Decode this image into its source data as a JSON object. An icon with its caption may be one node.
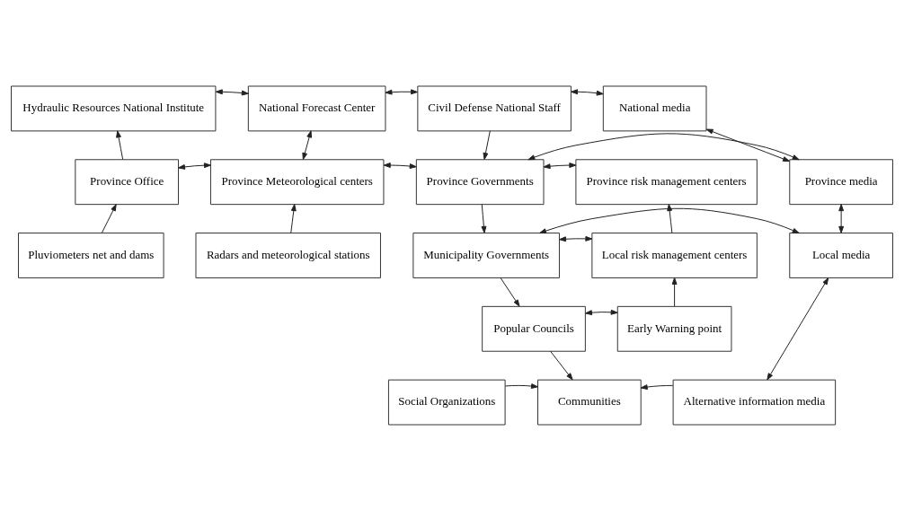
{
  "diagram": {
    "nodes": [
      {
        "text": [
          "Hydraulic Resources National Institute"
        ]
      },
      {
        "text": [
          "National Forecast Center"
        ]
      },
      {
        "text": [
          "Civil Defense National Staff"
        ]
      },
      {
        "text": [
          "National media"
        ]
      },
      {
        "text": [
          "Province Office"
        ]
      },
      {
        "text": [
          "Province Meteorological centers"
        ]
      },
      {
        "text": [
          "Province Governments"
        ]
      },
      {
        "text": [
          "Province risk management centers"
        ]
      },
      {
        "text": [
          "Province media"
        ]
      },
      {
        "text": [
          "Pluviometers net and dams"
        ]
      },
      {
        "text": [
          "Radars and meteorological stations"
        ]
      },
      {
        "text": [
          "Municipality Governments"
        ]
      },
      {
        "text": [
          "Local risk management centers"
        ]
      },
      {
        "text": [
          "Local media"
        ]
      },
      {
        "text": [
          "Popular Councils"
        ]
      },
      {
        "text": [
          "Early Warning point"
        ]
      },
      {
        "text": [
          "Social Organizations"
        ]
      },
      {
        "text": [
          "Communities"
        ]
      },
      {
        "text": [
          "Alternative information media"
        ]
      }
    ],
    "edges": [
      {
        "from": 0,
        "to": 1,
        "arrow": "both"
      },
      {
        "from": 1,
        "to": 2,
        "arrow": "both"
      },
      {
        "from": 2,
        "to": 3,
        "arrow": "both"
      },
      {
        "from": 4,
        "to": 0,
        "arrow": "to"
      },
      {
        "from": 1,
        "to": 5,
        "arrow": "both"
      },
      {
        "from": 2,
        "to": 6,
        "arrow": "to"
      },
      {
        "from": 3,
        "to": 8,
        "arrow": "both"
      },
      {
        "from": 4,
        "to": 5,
        "arrow": "both"
      },
      {
        "from": 5,
        "to": 6,
        "arrow": "both"
      },
      {
        "from": 6,
        "to": 7,
        "arrow": "both"
      },
      {
        "from": 6,
        "to": 8,
        "arrow": "both"
      },
      {
        "from": 9,
        "to": 4,
        "arrow": "to"
      },
      {
        "from": 10,
        "to": 5,
        "arrow": "to"
      },
      {
        "from": 6,
        "to": 11,
        "arrow": "to"
      },
      {
        "from": 12,
        "to": 7,
        "arrow": "to"
      },
      {
        "from": 8,
        "to": 13,
        "arrow": "both"
      },
      {
        "from": 11,
        "to": 12,
        "arrow": "both"
      },
      {
        "from": 11,
        "to": 13,
        "arrow": "both"
      },
      {
        "from": 11,
        "to": 14,
        "arrow": "to"
      },
      {
        "from": 15,
        "to": 12,
        "arrow": "to"
      },
      {
        "from": 13,
        "to": 18,
        "arrow": "both"
      },
      {
        "from": 14,
        "to": 15,
        "arrow": "both"
      },
      {
        "from": 14,
        "to": 17,
        "arrow": "to"
      },
      {
        "from": 16,
        "to": 17,
        "arrow": "to"
      },
      {
        "from": 18,
        "to": 17,
        "arrow": "to"
      }
    ]
  }
}
